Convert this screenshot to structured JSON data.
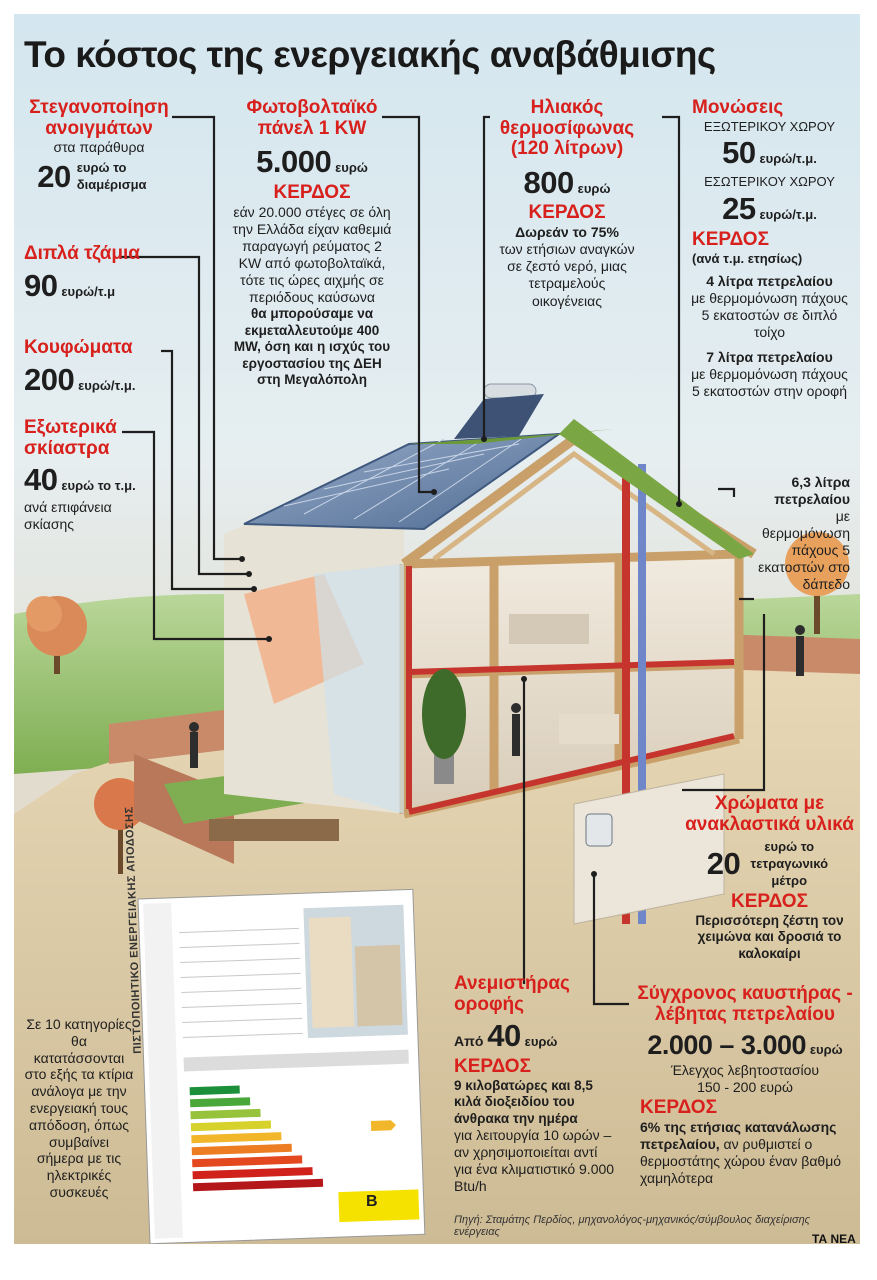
{
  "title": "Το κόστος της ενεργειακής αναβάθμισης",
  "blocks": {
    "steg": {
      "title": "Στεγανοποίηση ανοιγμάτων",
      "sub": "στα παράθυρα",
      "price": "20",
      "unit": "ευρώ το διαμέρισμα"
    },
    "diplo": {
      "title": "Διπλά τζάμια",
      "price": "90",
      "unit": "ευρώ/τ.μ"
    },
    "koufo": {
      "title": "Κουφώματα",
      "price": "200",
      "unit": "ευρώ/τ.μ."
    },
    "skiastra": {
      "title": "Εξωτερικά σκίαστρα",
      "price": "40",
      "unit": "ευρώ το τ.μ.",
      "note": "ανά επιφάνεια σκίασης"
    },
    "pv": {
      "title": "Φωτοβολταϊκό πάνελ 1 KW",
      "price": "5.000",
      "unit": "ευρώ",
      "gain_label": "ΚΕΡΔΟΣ",
      "text": "εάν 20.000 στέγες σε όλη την Ελλάδα είχαν καθεμιά παραγωγή ρεύματος 2 KW από φωτοβολταϊκά, τότε τις ώρες αιχμής σε περιόδους καύσωνα",
      "bold": "θα μπορούσαμε να εκμεταλλευτούμε 400 MW, όση και η ισχύς του εργοστασίου της ΔΕΗ στη Μεγαλόπολη"
    },
    "solar": {
      "title": "Ηλιακός θερμοσίφωνας (120 λίτρων)",
      "price": "800",
      "unit": "ευρώ",
      "gain_label": "ΚΕΡΔΟΣ",
      "bold": "Δωρεάν το 75%",
      "text": "των ετήσιων αναγκών σε ζεστό νερό, μιας τετραμελούς οικογένειας"
    },
    "monoseis": {
      "title": "Μονώσεις",
      "ext_label": "ΕΞΩΤΕΡΙΚΟΥ ΧΩΡΟΥ",
      "ext_price": "50",
      "ext_unit": "ευρώ/τ.μ.",
      "int_label": "ΕΣΩΤΕΡΙΚΟΥ ΧΩΡΟΥ",
      "int_price": "25",
      "int_unit": "ευρώ/τ.μ.",
      "gain_label": "ΚΕΡΔΟΣ",
      "gain_sub": "(ανά τ.μ. ετησίως)",
      "g1_bold": "4 λίτρα πετρελαίου",
      "g1_text": "με θερμομόνωση πάχους 5 εκατοστών σε διπλό τοίχο",
      "g2_bold": "7 λίτρα πετρελαίου",
      "g2_text": "με θερμομόνωση πάχους 5 εκατοστών στην οροφή",
      "g3_bold": "6,3 λίτρα πετρελαίου",
      "g3_text": "με θερμομόνωση πάχους 5 εκατοστών στο δάπεδο"
    },
    "xromata": {
      "title": "Χρώματα με ανακλαστικά υλικά",
      "price": "20",
      "unit": "ευρώ το τετραγωνικό μέτρο",
      "gain_label": "ΚΕΡΔΟΣ",
      "bold": "Περισσότερη ζέστη τον χειμώνα και δροσιά το καλοκαίρι"
    },
    "anem": {
      "title": "Ανεμιστήρας οροφής",
      "price_prefix": "Από",
      "price": "40",
      "unit": "ευρώ",
      "gain_label": "ΚΕΡΔΟΣ",
      "bold": "9 κιλοβατώρες και 8,5 κιλά διοξειδίου του άνθρακα την ημέρα",
      "text": "για λειτουργία 10 ωρών – αν χρησιμοποιείται αντί για ένα κλιματιστικό 9.000 Btu/h"
    },
    "kaustiras": {
      "title": "Σύγχρονος καυστήρας - λέβητας πετρελαίου",
      "price": "2.000 – 3.000",
      "unit": "ευρώ",
      "note1": "Έλεγχος λεβητοστασίου",
      "note2": "150 - 200 ευρώ",
      "gain_label": "ΚΕΡΔΟΣ",
      "bold": "6% της ετήσιας κατανάλωσης πετρελαίου,",
      "text": "αν ρυθμιστεί ο θερμοστάτης χώρου έναν βαθμό χαμηλότερα"
    }
  },
  "certificate": {
    "vertical_title": "ΠΙΣΤΟΠΟΙΗΤΙΚΟ ΕΝΕΡΓΕΙΑΚΗΣ ΑΠΟΔΟΣΗΣ",
    "grade": "B",
    "caption": "Σε 10 κατηγορίες θα κατατάσσονται στο εξής τα κτίρια ανάλογα με την ενεργειακή τους απόδοση, όπως συμβαίνει σήμερα με τις ηλεκτρικές συσκευές"
  },
  "source": "Πηγή: Σταμάτης Περδίος, μηχανολόγος-μηχανικός/σύμβουλος διαχείρισης ενέργειας",
  "brand": "ΤΑ ΝΕΑ",
  "colors": {
    "accent": "#d8201c",
    "roof_grass": "#6c9a3a",
    "timber": "#c9a06a",
    "sky": "#d4e6ef"
  }
}
